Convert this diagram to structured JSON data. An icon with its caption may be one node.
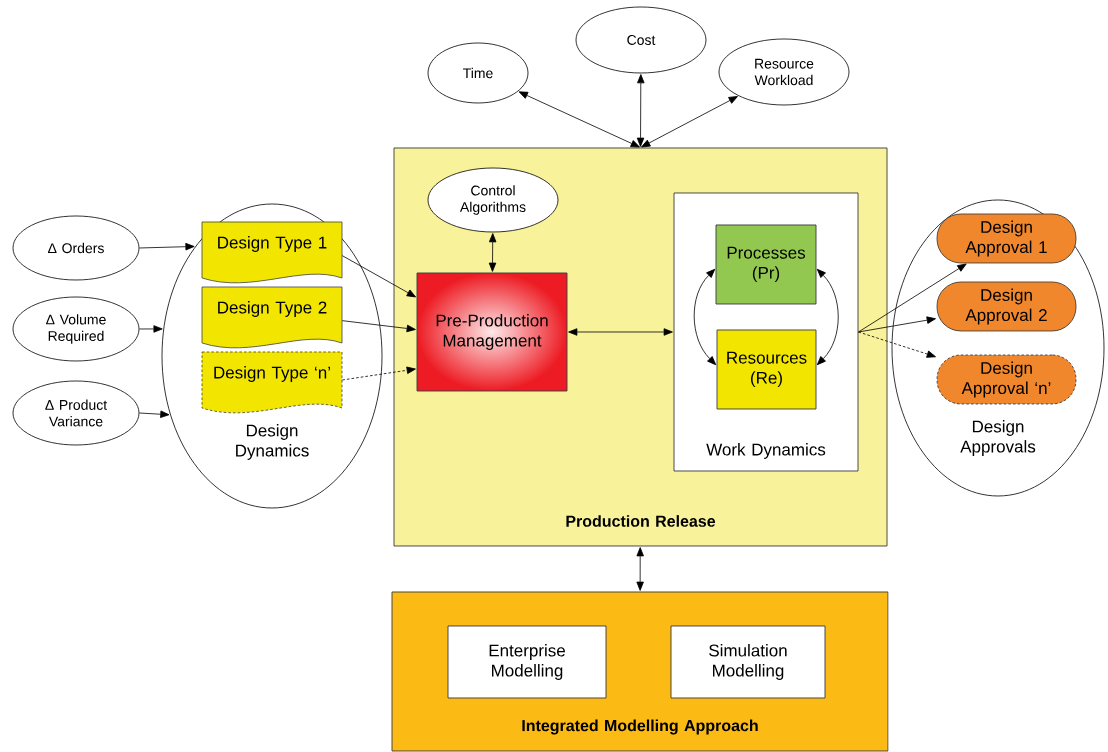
{
  "diagram": {
    "nodes": [
      {
        "text": [
          "Time"
        ]
      },
      {
        "text": [
          "Cost"
        ]
      },
      {
        "text": [
          "Resource Workload"
        ]
      },
      {
        "text": [
          "Production Release"
        ]
      },
      {
        "text": [
          "Control Algorithms"
        ],
        "in": 3
      },
      {
        "text": [
          "Pre-Production Management"
        ],
        "in": 3
      },
      {
        "text": [
          "Work Dynamics"
        ],
        "in": 3
      },
      {
        "text": [
          "Processes (Pr)"
        ],
        "in": 6
      },
      {
        "text": [
          "Resources (Re)"
        ],
        "in": 6
      },
      {
        "text": [
          "Δ Orders"
        ]
      },
      {
        "text": [
          "Δ Volume Required"
        ]
      },
      {
        "text": [
          "Δ Product Variance"
        ]
      },
      {
        "text": [
          "Design Dynamics"
        ]
      },
      {
        "text": [
          "Design Type 1"
        ],
        "in": 12
      },
      {
        "text": [
          "Design Type 2"
        ],
        "in": 12
      },
      {
        "text": [
          "Design Type ‘n’"
        ],
        "in": 12
      },
      {
        "text": [
          "Design Approvals"
        ]
      },
      {
        "text": [
          "Design Approval 1"
        ],
        "in": 16
      },
      {
        "text": [
          "Design Approval 2"
        ],
        "in": 16
      },
      {
        "text": [
          "Design Approval ‘n’"
        ],
        "in": 16
      },
      {
        "text": [
          "Integrated Modelling Approach"
        ]
      },
      {
        "text": [
          "Enterprise Modelling"
        ],
        "in": 20
      },
      {
        "text": [
          "Simulation Modelling"
        ],
        "in": 20
      }
    ],
    "edges": [
      {
        "from": 0,
        "to": 3,
        "arrow": "both"
      },
      {
        "from": 1,
        "to": 3,
        "arrow": "both"
      },
      {
        "from": 2,
        "to": 3,
        "arrow": "both"
      },
      {
        "from": 9,
        "to": 12,
        "arrow": "to"
      },
      {
        "from": 10,
        "to": 12,
        "arrow": "to"
      },
      {
        "from": 11,
        "to": 12,
        "arrow": "to"
      },
      {
        "from": 13,
        "to": 5,
        "arrow": "to"
      },
      {
        "from": 14,
        "to": 5,
        "arrow": "to"
      },
      {
        "from": 15,
        "to": 5,
        "arrow": "to",
        "style": "dashed"
      },
      {
        "from": 4,
        "to": 5,
        "arrow": "both"
      },
      {
        "from": 5,
        "to": 6,
        "arrow": "both"
      },
      {
        "from": 7,
        "to": 8,
        "arrow": "both"
      },
      {
        "from": 7,
        "to": 8,
        "arrow": "both"
      },
      {
        "from": 6,
        "to": 17,
        "arrow": "to"
      },
      {
        "from": 6,
        "to": 18,
        "arrow": "to"
      },
      {
        "from": 6,
        "to": 19,
        "arrow": "to",
        "style": "dashed"
      },
      {
        "from": 3,
        "to": 20,
        "arrow": "both"
      }
    ]
  }
}
